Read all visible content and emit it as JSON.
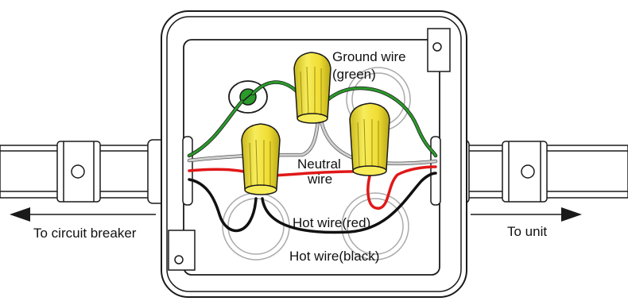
{
  "labels": {
    "ground_wire_line1": "Ground wire",
    "ground_wire_line2": "(green)",
    "neutral_wire_line1": "Neutral",
    "neutral_wire_line2": "wire",
    "hot_wire_red": "Hot wire(red)",
    "hot_wire_black": "Hot wire(black)",
    "to_circuit_breaker": "To circuit breaker",
    "to_unit": "To unit"
  },
  "colors": {
    "ground": "#2a9a2a",
    "neutral": "#b8b8b8",
    "hot_red": "#e01818",
    "hot_black": "#111111",
    "wire_nut": "#f2e23a",
    "outline": "#1a1a1a",
    "conduit": "#ffffff"
  },
  "icons": {
    "wire_nut": "wire-nut-icon",
    "ground_screw": "ground-screw-icon",
    "arrow_left": "arrow-left-icon",
    "arrow_right": "arrow-right-icon"
  }
}
